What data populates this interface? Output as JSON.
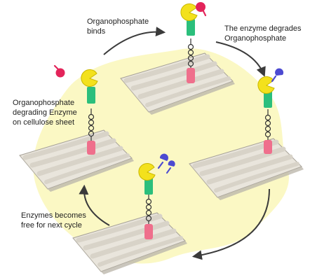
{
  "labels": {
    "binds": [
      "Organophosphate",
      "binds"
    ],
    "degrades": [
      "The enzyme degrades",
      "Organophosphate"
    ],
    "enzyme_on_sheet": [
      "Organophosphate",
      "degrading Enzyme",
      "on cellulose sheet"
    ],
    "free_cycle": [
      "Enzymes becomes",
      "free for next cycle"
    ]
  },
  "colors": {
    "background_blob": "#fbf8c4",
    "sheet_fill": "#e9e5dc",
    "sheet_stripe": "#d8d3c8",
    "sheet_outline": "#a6a197",
    "arrow": "#3b3b3b",
    "enzyme_head": "#f3e11c",
    "enzyme_head_outline": "#c9b700",
    "enzyme_neck": "#2bbf7c",
    "enzyme_base": "#ef6f8c",
    "linker_chain": "#333333",
    "organophosphate_intact": "#e3245a",
    "organophosphate_degraded": "#4c4ad1"
  },
  "stages": [
    {
      "name": "stage-enzyme-on-sheet",
      "ligand": "none"
    },
    {
      "name": "stage-organophosphate-bound",
      "ligand": "intact"
    },
    {
      "name": "stage-organophosphate-degraded",
      "ligand": "degraded"
    },
    {
      "name": "stage-enzyme-free",
      "ligand": "degraded-released"
    }
  ]
}
